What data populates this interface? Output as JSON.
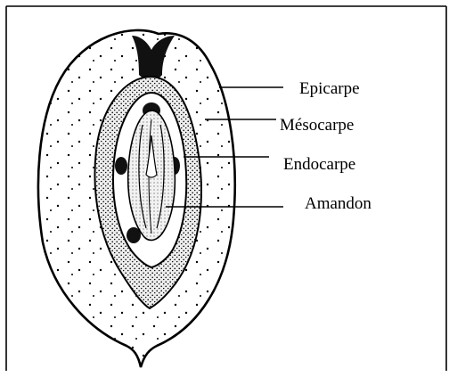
{
  "diagram": {
    "labels": {
      "epicarpe": "Epicarpe",
      "mesocarpe": "Mésocarpe",
      "endocarpe": "Endocarpe",
      "amandon": "Amandon"
    }
  },
  "colors": {
    "ink": "#000000",
    "background": "#ffffff",
    "mesocarp_fill": "#ffffff",
    "endocarp_fill": "#e4e4e4"
  }
}
